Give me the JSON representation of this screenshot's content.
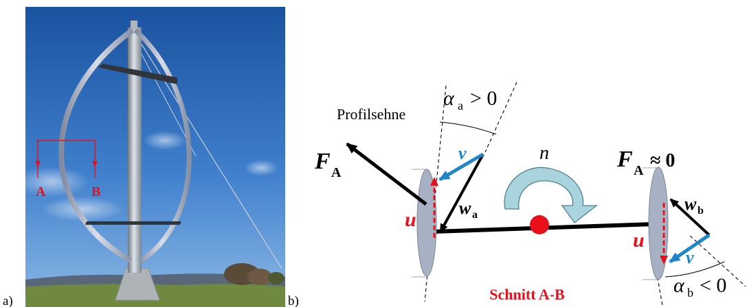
{
  "panel_a": {
    "tag": "a)",
    "section_letter_1": "A",
    "section_letter_2": "B"
  },
  "panel_b": {
    "tag": "b)",
    "chord_label": "Profilsehne",
    "alpha_a": {
      "sym": "α",
      "sub": "a",
      "rel": "> 0"
    },
    "alpha_b": {
      "sym": "α",
      "sub": "b",
      "rel": "< 0"
    },
    "force_left": {
      "sym": "F",
      "sub": "A"
    },
    "force_right": {
      "sym": "F",
      "sub": "A",
      "rel": "≈ 0"
    },
    "speed_n": "n",
    "u_label": "u",
    "v_label": "v",
    "w_a": {
      "sym": "w",
      "sub": "a"
    },
    "w_b": {
      "sym": "w",
      "sub": "b"
    },
    "section_title": "Schnitt A-B"
  },
  "colors": {
    "red": "#e8101a",
    "blue": "#1f86c8",
    "sky_top": "#1a53a0",
    "sky_bottom": "#7fb0e2",
    "grass": "#6f8a40",
    "curved_arrow": "#a9d4de",
    "blade": "#a8b1c4"
  }
}
